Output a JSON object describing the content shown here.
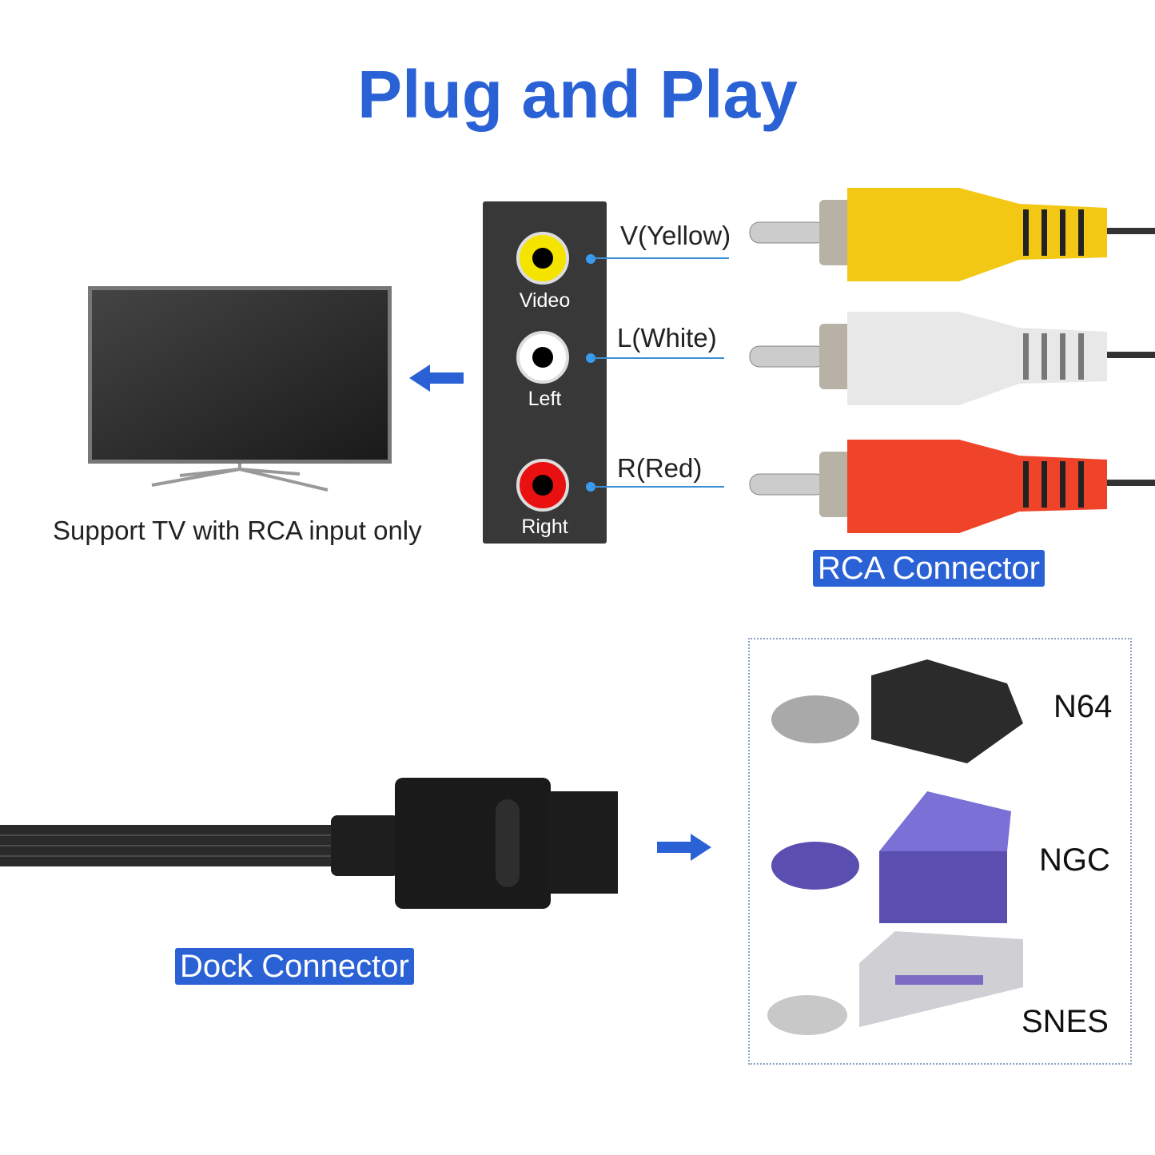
{
  "title": "Plug and Play",
  "tv": {
    "caption": "Support TV with RCA input only"
  },
  "panel": {
    "jacks": [
      {
        "label": "Video",
        "color": "#f5e400"
      },
      {
        "label": "Left",
        "color": "#ffffff"
      },
      {
        "label": "Right",
        "color": "#e81010"
      }
    ]
  },
  "plugs": [
    {
      "label": "V(Yellow)",
      "color": "#f2c814"
    },
    {
      "label": "L(White)",
      "color": "#e8e8e8"
    },
    {
      "label": "R(Red)",
      "color": "#f0442a"
    }
  ],
  "rca_tag": "RCA Connector",
  "dock_tag": "Dock Connector",
  "consoles": [
    {
      "label": "N64"
    },
    {
      "label": "NGC"
    },
    {
      "label": "SNES"
    }
  ],
  "colors": {
    "accent": "#2a62d6"
  }
}
